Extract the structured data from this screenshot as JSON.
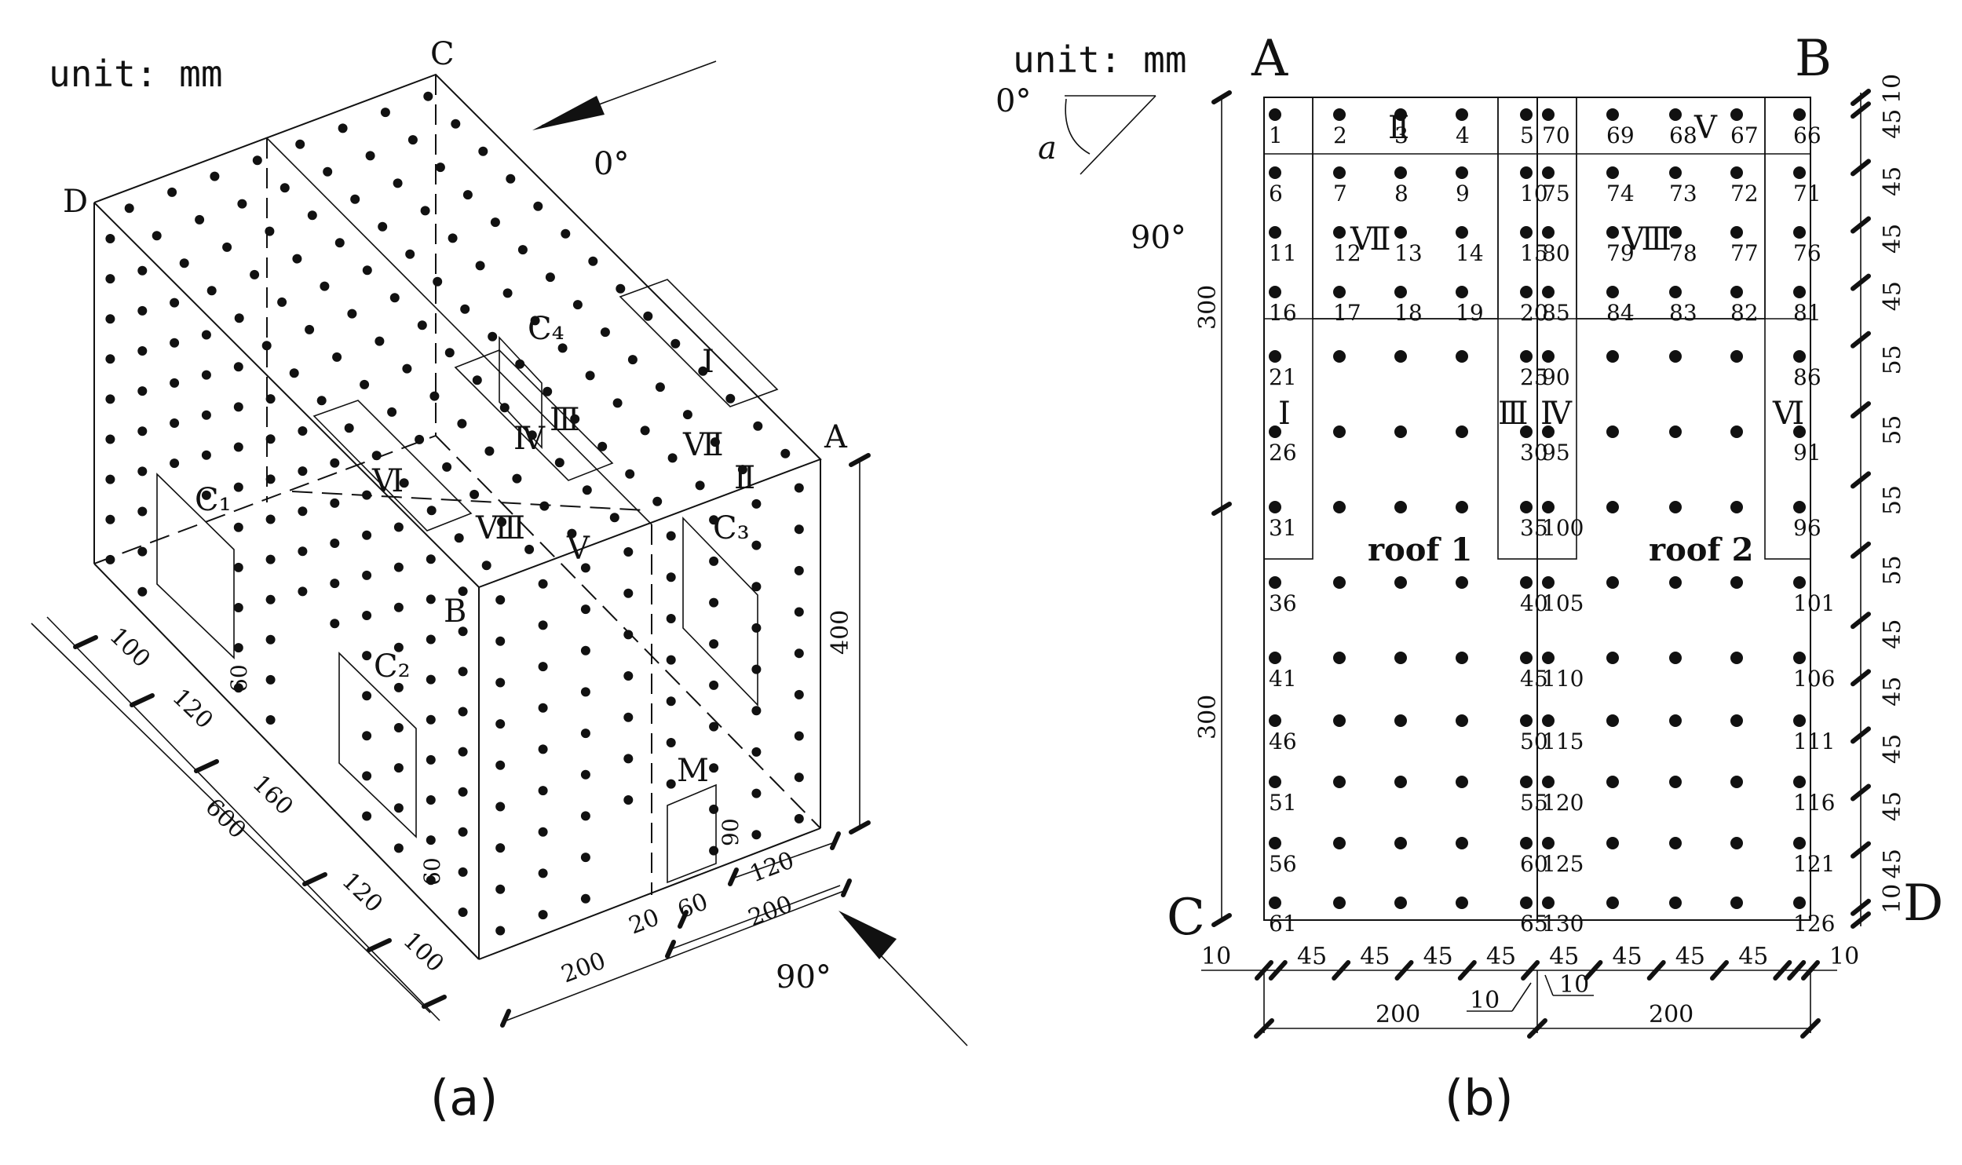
{
  "panel_a": {
    "caption": "(a)",
    "unit": "unit: mm",
    "corners": {
      "A": "A",
      "B": "B",
      "C": "C",
      "D": "D"
    },
    "angle_0": "0°",
    "angle_90": "90°",
    "openings": {
      "c1": "C₁",
      "c2": "C₂",
      "c3": "C₃",
      "c4": "C₄",
      "m": "M"
    },
    "regions": {
      "I": "Ⅰ",
      "II": "Ⅱ",
      "III": "Ⅲ",
      "IV": "Ⅳ",
      "V": "Ⅴ",
      "VI": "Ⅵ",
      "VII": "Ⅶ",
      "VIII": "Ⅷ"
    },
    "dims_left": [
      "100",
      "120",
      "160",
      "120",
      "100"
    ],
    "dim_total": "600",
    "dim_height": "400",
    "dim_window_60a": "60",
    "dim_window_60b": "60",
    "dim_door_h": "90",
    "dim_front_20": "20",
    "dim_front_60": "60",
    "dim_front_120": "120",
    "dim_front_200": "200",
    "dim_bottom_200": "200"
  },
  "panel_b": {
    "caption": "(b)",
    "unit": "unit: mm",
    "corners": {
      "A": "A",
      "B": "B",
      "C": "C",
      "D": "D"
    },
    "angle_0": "0°",
    "angle_90": "90°",
    "angle_a": "a",
    "roof1": "roof 1",
    "roof2": "roof 2",
    "regions": {
      "I": "Ⅰ",
      "II": "Ⅱ",
      "III": "Ⅲ",
      "IV": "Ⅳ",
      "V": "Ⅴ",
      "VI": "Ⅵ",
      "VII": "Ⅶ",
      "VIII": "Ⅷ"
    },
    "roof1_labels": [
      [
        "1",
        "2",
        "3",
        "4",
        "5"
      ],
      [
        "6",
        "7",
        "8",
        "9",
        "10"
      ],
      [
        "11",
        "12",
        "13",
        "14",
        "15"
      ],
      [
        "16",
        "17",
        "18",
        "19",
        "20"
      ],
      [
        "21",
        "",
        "",
        "",
        "25"
      ],
      [
        "26",
        "",
        "",
        "",
        "30"
      ],
      [
        "31",
        "",
        "",
        "",
        "35"
      ],
      [
        "36",
        "",
        "",
        "",
        "40"
      ],
      [
        "41",
        "",
        "",
        "",
        "45"
      ],
      [
        "46",
        "",
        "",
        "",
        "50"
      ],
      [
        "51",
        "",
        "",
        "",
        "55"
      ],
      [
        "56",
        "",
        "",
        "",
        "60"
      ],
      [
        "61",
        "",
        "",
        "",
        "65"
      ]
    ],
    "roof2_labels": [
      [
        "70",
        "69",
        "68",
        "67",
        "66"
      ],
      [
        "75",
        "74",
        "73",
        "72",
        "71"
      ],
      [
        "80",
        "79",
        "78",
        "77",
        "76"
      ],
      [
        "85",
        "84",
        "83",
        "82",
        "81"
      ],
      [
        "90",
        "",
        "",
        "",
        "86"
      ],
      [
        "95",
        "",
        "",
        "",
        "91"
      ],
      [
        "100",
        "",
        "",
        "",
        "96"
      ],
      [
        "105",
        "",
        "",
        "",
        "101"
      ],
      [
        "110",
        "",
        "",
        "",
        "106"
      ],
      [
        "115",
        "",
        "",
        "",
        "111"
      ],
      [
        "120",
        "",
        "",
        "",
        "116"
      ],
      [
        "125",
        "",
        "",
        "",
        "121"
      ],
      [
        "130",
        "",
        "",
        "",
        "126"
      ]
    ],
    "dim_left_upper": "300",
    "dim_left_lower": "300",
    "dims_right": [
      "10",
      "45",
      "45",
      "45",
      "45",
      "55",
      "55",
      "55",
      "55",
      "45",
      "45",
      "45",
      "45",
      "45",
      "10"
    ],
    "dims_bottom_roof1": [
      "10",
      "45",
      "45",
      "45",
      "45"
    ],
    "dims_bottom_roof2": [
      "45",
      "45",
      "45",
      "45",
      "10"
    ],
    "dim_mid_10a": "10",
    "dim_mid_10b": "10",
    "dim_bottom_200a": "200",
    "dim_bottom_200b": "200"
  }
}
